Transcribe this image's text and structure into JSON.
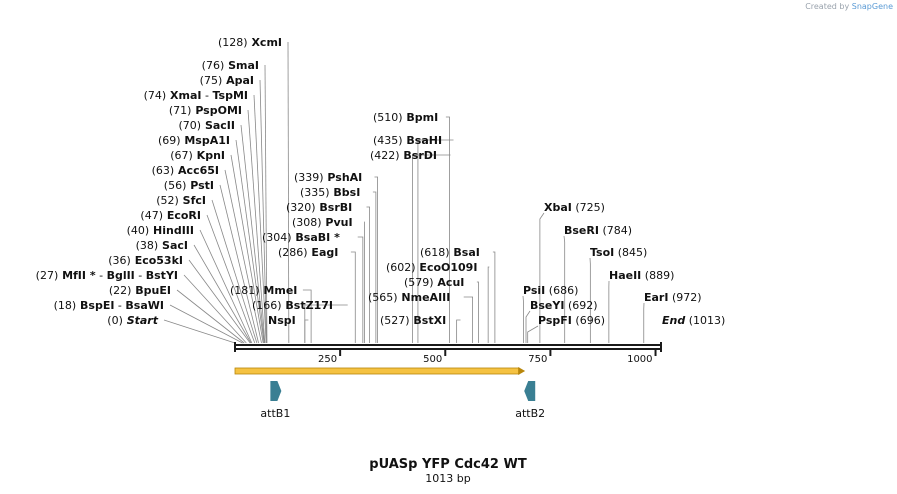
{
  "credit": {
    "prefix": "Created by",
    "brand": "SnapGene"
  },
  "title": "pUASp YFP Cdc42 WT",
  "subtitle": "1013 bp",
  "sequence": {
    "length": 1013,
    "ticks": [
      {
        "pos": 250,
        "label": "250"
      },
      {
        "pos": 500,
        "label": "500"
      },
      {
        "pos": 750,
        "label": "750"
      },
      {
        "pos": 1000,
        "label": "1000"
      }
    ]
  },
  "left_labels": [
    {
      "pos": 128,
      "pos_label": "(128)",
      "names": [
        "XcmI"
      ]
    },
    {
      "pos": 76,
      "pos_label": "(76)",
      "names": [
        "SmaI"
      ]
    },
    {
      "pos": 75,
      "pos_label": "(75)",
      "names": [
        "ApaI"
      ]
    },
    {
      "pos": 74,
      "pos_label": "(74)",
      "names": [
        "XmaI",
        "TspMI"
      ]
    },
    {
      "pos": 71,
      "pos_label": "(71)",
      "names": [
        "PspOMI"
      ]
    },
    {
      "pos": 70,
      "pos_label": "(70)",
      "names": [
        "SacII"
      ]
    },
    {
      "pos": 69,
      "pos_label": "(69)",
      "names": [
        "MspA1I"
      ]
    },
    {
      "pos": 67,
      "pos_label": "(67)",
      "names": [
        "KpnI"
      ]
    },
    {
      "pos": 63,
      "pos_label": "(63)",
      "names": [
        "Acc65I"
      ]
    },
    {
      "pos": 56,
      "pos_label": "(56)",
      "names": [
        "PstI"
      ]
    },
    {
      "pos": 52,
      "pos_label": "(52)",
      "names": [
        "SfcI"
      ]
    },
    {
      "pos": 47,
      "pos_label": "(47)",
      "names": [
        "EcoRI"
      ]
    },
    {
      "pos": 40,
      "pos_label": "(40)",
      "names": [
        "HindIII"
      ]
    },
    {
      "pos": 38,
      "pos_label": "(38)",
      "names": [
        "SacI"
      ]
    },
    {
      "pos": 36,
      "pos_label": "(36)",
      "names": [
        "Eco53kI"
      ]
    },
    {
      "pos": 27,
      "pos_label": "(27)",
      "names": [
        "MfII *",
        "BglII",
        "BstYI"
      ]
    },
    {
      "pos": 22,
      "pos_label": "(22)",
      "names": [
        "BpuEI"
      ]
    },
    {
      "pos": 18,
      "pos_label": "(18)",
      "names": [
        "BspEI",
        "BsaWI"
      ]
    },
    {
      "pos": 0,
      "pos_label": "(0)",
      "names": [
        "Start"
      ],
      "italic": true
    }
  ],
  "middle_labels": [
    {
      "pos": 510,
      "pos_label": "(510)",
      "names": [
        "BpmI"
      ]
    },
    {
      "pos": 435,
      "pos_label": "(435)",
      "names": [
        "BsaHI"
      ]
    },
    {
      "pos": 422,
      "pos_label": "(422)",
      "names": [
        "BsrDI"
      ]
    },
    {
      "pos": 339,
      "pos_label": "(339)",
      "names": [
        "PshAI"
      ]
    },
    {
      "pos": 335,
      "pos_label": "(335)",
      "names": [
        "BbsI"
      ]
    },
    {
      "pos": 320,
      "pos_label": "(320)",
      "names": [
        "BsrBI"
      ]
    },
    {
      "pos": 308,
      "pos_label": "(308)",
      "names": [
        "PvuI"
      ]
    },
    {
      "pos": 304,
      "pos_label": "(304)",
      "names": [
        "BsaBI *"
      ]
    },
    {
      "pos": 286,
      "pos_label": "(286)",
      "names": [
        "EagI"
      ]
    },
    {
      "pos": 181,
      "pos_label": "(181)",
      "names": [
        "MmeI"
      ]
    },
    {
      "pos": 166,
      "pos_label": "(166)",
      "names": [
        "BstZ17I"
      ]
    },
    {
      "pos": 166,
      "pos_label": "",
      "names": [
        "NspI"
      ]
    },
    {
      "pos": 618,
      "pos_label": "(618)",
      "names": [
        "BsaI"
      ]
    },
    {
      "pos": 602,
      "pos_label": "(602)",
      "names": [
        "EcoO109I"
      ]
    },
    {
      "pos": 579,
      "pos_label": "(579)",
      "names": [
        "AcuI"
      ]
    },
    {
      "pos": 565,
      "pos_label": "(565)",
      "names": [
        "NmeAIII"
      ]
    },
    {
      "pos": 527,
      "pos_label": "(527)",
      "names": [
        "BstXI"
      ]
    }
  ],
  "right_labels": [
    {
      "pos": 725,
      "pos_label": "(725)",
      "names": [
        "XbaI"
      ]
    },
    {
      "pos": 784,
      "pos_label": "(784)",
      "names": [
        "BseRI"
      ]
    },
    {
      "pos": 845,
      "pos_label": "(845)",
      "names": [
        "TsoI"
      ]
    },
    {
      "pos": 889,
      "pos_label": "(889)",
      "names": [
        "HaeII"
      ]
    },
    {
      "pos": 972,
      "pos_label": "(972)",
      "names": [
        "EarI"
      ]
    },
    {
      "pos": 686,
      "pos_label": "(686)",
      "names": [
        "PsiI"
      ]
    },
    {
      "pos": 692,
      "pos_label": "(692)",
      "names": [
        "BseYI"
      ]
    },
    {
      "pos": 696,
      "pos_label": "(696)",
      "names": [
        "PspFI"
      ]
    },
    {
      "pos": 1013,
      "pos_label": "(1013)",
      "names": [
        "End"
      ],
      "italic": true
    }
  ],
  "features": [
    {
      "name": "",
      "start": 0,
      "end": 690,
      "direction": "forward",
      "color": "#f5c242",
      "kind": "orf"
    },
    {
      "name": "attB1",
      "start": 84,
      "end": 108,
      "direction": "forward",
      "color": "#3a7f93",
      "kind": "site"
    },
    {
      "name": "attB2",
      "start": 690,
      "end": 714,
      "direction": "reverse",
      "color": "#3a7f93",
      "kind": "site"
    }
  ],
  "colors": {
    "backbone": "#1a1a1a",
    "line": "#888888",
    "text": "#111111"
  }
}
